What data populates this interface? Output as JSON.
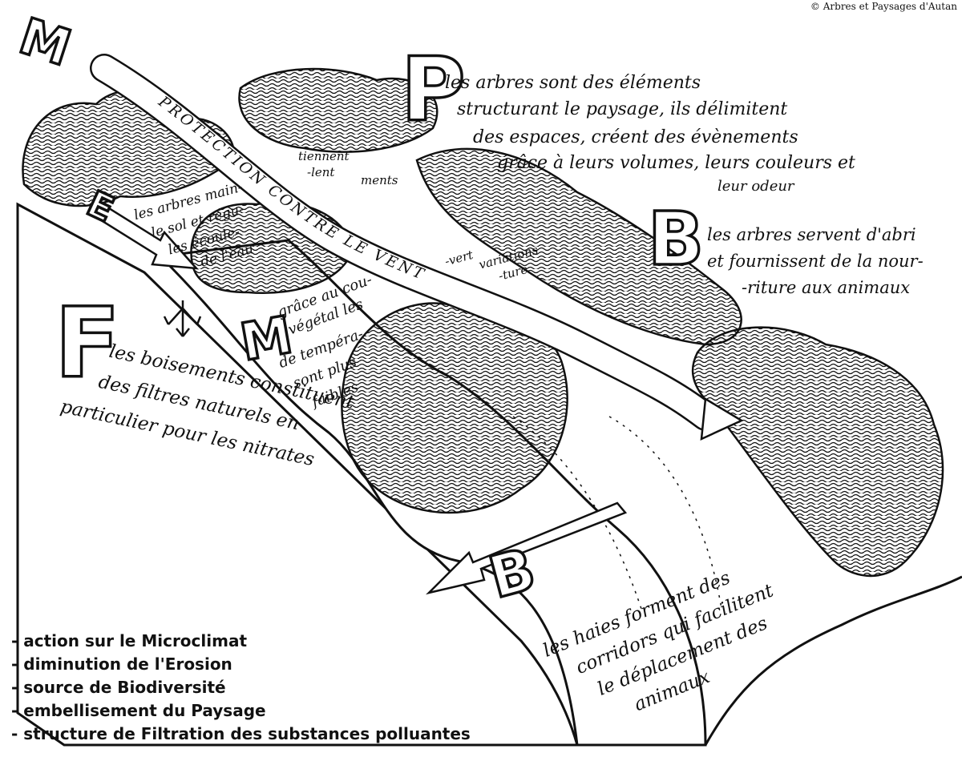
{
  "credit": "© Arbres et Paysages d'Autan",
  "band_text": "PROTECTION CONTRE LE VENT",
  "letters": {
    "M_top": "M",
    "E": "E",
    "P": "P",
    "B_right": "B",
    "F": "F",
    "M_mid": "M",
    "B_bottom": "B"
  },
  "notes": {
    "P": [
      "les arbres sont des éléments",
      "structurant le paysage, ils délimitent",
      "des espaces, créent des évènements",
      "grâce à leurs volumes, leurs couleurs et",
      "leur odeur"
    ],
    "B_right": [
      "les arbres servent d'abri",
      "et fournissent de la nour-",
      "-riture aux animaux"
    ],
    "E": [
      "les arbres main-",
      "le sol et régu-",
      "les écoule-",
      "de l'eau"
    ],
    "E_tail": [
      "tiennent",
      "-lent",
      "ments"
    ],
    "F": [
      "les boisements constituent",
      "des filtres naturels en",
      "particulier pour les nitrates"
    ],
    "M": [
      "grâce au cou-",
      "végétal les",
      "de tempéra-",
      "sont plus",
      "faibles"
    ],
    "M_tail": [
      "-vert",
      "variations",
      "-ture"
    ],
    "B_bottom": [
      "les haies forment des",
      "corridors qui facilitent",
      "le déplacement des",
      "animaux"
    ]
  },
  "summary": [
    "- action sur le Microclimat",
    "- diminution de l'Erosion",
    "- source de Biodiversité",
    "- embellisement du Paysage",
    "- structure de Filtration des substances polluantes"
  ]
}
